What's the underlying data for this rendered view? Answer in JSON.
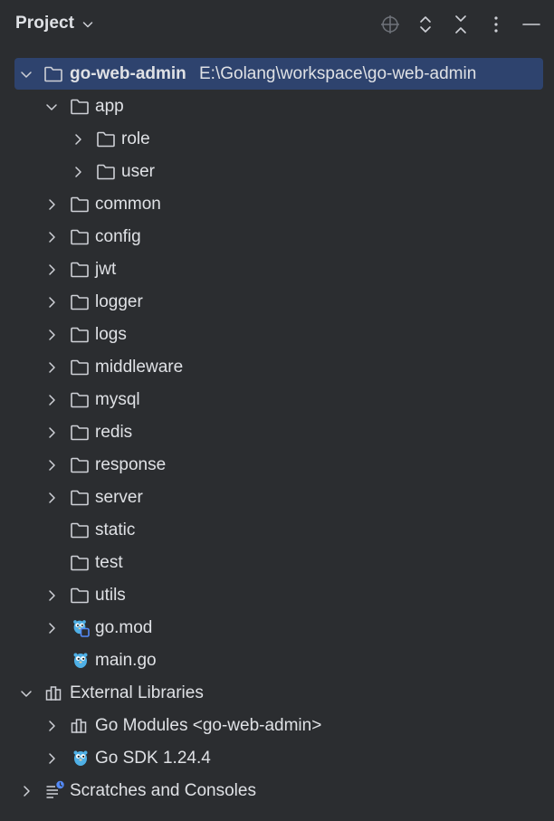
{
  "panel": {
    "title": "Project"
  },
  "tree": {
    "root": {
      "label": "go-web-admin",
      "path": "E:\\Golang\\workspace\\go-web-admin"
    },
    "app": "app",
    "role": "role",
    "user": "user",
    "common": "common",
    "config": "config",
    "jwt": "jwt",
    "logger": "logger",
    "logs": "logs",
    "middleware": "middleware",
    "mysql": "mysql",
    "redis": "redis",
    "response": "response",
    "server": "server",
    "static": "static",
    "test": "test",
    "utils": "utils",
    "gomod": "go.mod",
    "maingo": "main.go",
    "external_libraries": "External Libraries",
    "go_modules": "Go Modules <go-web-admin>",
    "go_sdk": "Go SDK 1.24.4",
    "scratches": "Scratches and Consoles"
  },
  "colors": {
    "background": "#2b2d30",
    "selection": "#2e436e",
    "text": "#dfe1e5",
    "icon": "#ced0d6"
  }
}
